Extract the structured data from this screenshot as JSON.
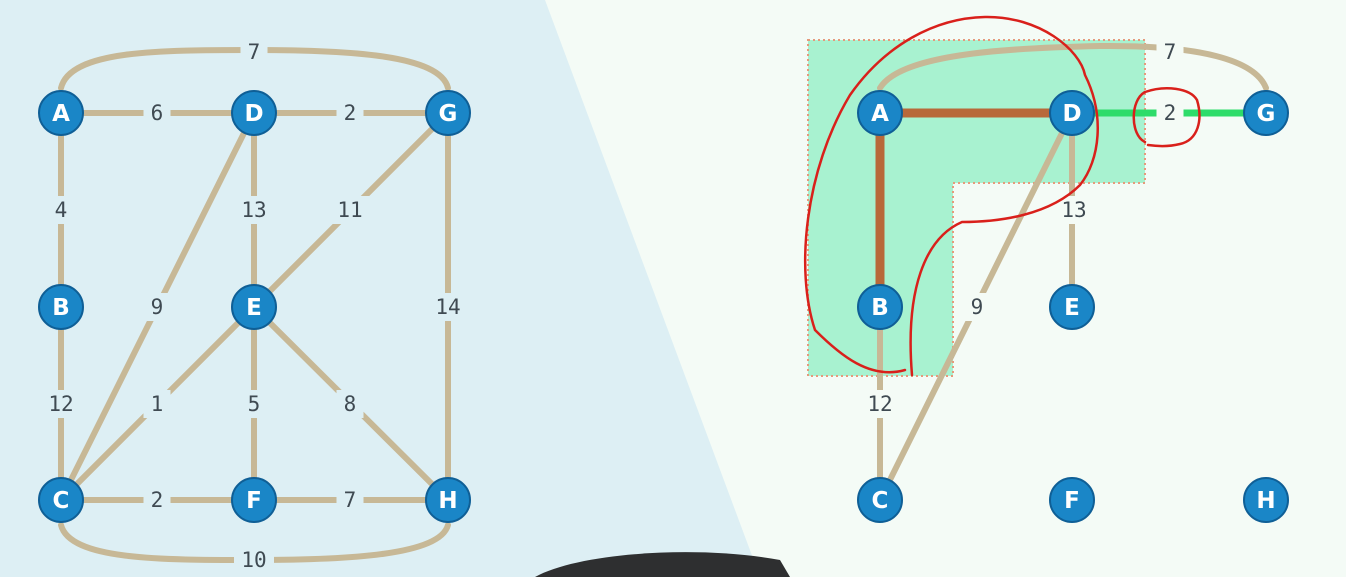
{
  "colors": {
    "node_fill": "#1a86c7",
    "node_stroke": "#0f5f96",
    "edge": "#c7b896",
    "tree_edge": "#b8693a",
    "candidate_edge": "#2edc6a",
    "tree_region": "#a8f2d0",
    "annotation": "#d9201b",
    "left_background": "#ddeff4",
    "right_background": "#f4fbf6"
  },
  "left_graph": {
    "nodes": [
      {
        "id": "A",
        "label": "A"
      },
      {
        "id": "D",
        "label": "D"
      },
      {
        "id": "G",
        "label": "G"
      },
      {
        "id": "B",
        "label": "B"
      },
      {
        "id": "E",
        "label": "E"
      },
      {
        "id": "C",
        "label": "C"
      },
      {
        "id": "F",
        "label": "F"
      },
      {
        "id": "H",
        "label": "H"
      }
    ],
    "edges": [
      {
        "from": "A",
        "to": "G",
        "weight": "7"
      },
      {
        "from": "A",
        "to": "D",
        "weight": "6"
      },
      {
        "from": "D",
        "to": "G",
        "weight": "2"
      },
      {
        "from": "A",
        "to": "B",
        "weight": "4"
      },
      {
        "from": "D",
        "to": "E",
        "weight": "13"
      },
      {
        "from": "G",
        "to": "E",
        "weight": "11"
      },
      {
        "from": "D",
        "to": "C",
        "weight": "9"
      },
      {
        "from": "G",
        "to": "H",
        "weight": "14"
      },
      {
        "from": "B",
        "to": "C",
        "weight": "12"
      },
      {
        "from": "E",
        "to": "C",
        "weight": "1"
      },
      {
        "from": "E",
        "to": "F",
        "weight": "5"
      },
      {
        "from": "E",
        "to": "H",
        "weight": "8"
      },
      {
        "from": "C",
        "to": "F",
        "weight": "2"
      },
      {
        "from": "F",
        "to": "H",
        "weight": "7"
      },
      {
        "from": "C",
        "to": "H",
        "weight": "10"
      }
    ]
  },
  "right_graph": {
    "nodes": [
      {
        "id": "A",
        "label": "A"
      },
      {
        "id": "D",
        "label": "D"
      },
      {
        "id": "G",
        "label": "G"
      },
      {
        "id": "B",
        "label": "B"
      },
      {
        "id": "E",
        "label": "E"
      },
      {
        "id": "C",
        "label": "C"
      },
      {
        "id": "F",
        "label": "F"
      },
      {
        "id": "H",
        "label": "H"
      }
    ],
    "edges": [
      {
        "from": "A",
        "to": "G",
        "weight": "7",
        "state": "normal"
      },
      {
        "from": "A",
        "to": "D",
        "weight": "",
        "state": "tree"
      },
      {
        "from": "A",
        "to": "B",
        "weight": "",
        "state": "tree"
      },
      {
        "from": "D",
        "to": "G",
        "weight": "2",
        "state": "candidate"
      },
      {
        "from": "D",
        "to": "E",
        "weight": "13",
        "state": "normal"
      },
      {
        "from": "D",
        "to": "C",
        "weight": "9",
        "state": "normal"
      },
      {
        "from": "B",
        "to": "C",
        "weight": "12",
        "state": "normal"
      }
    ]
  }
}
